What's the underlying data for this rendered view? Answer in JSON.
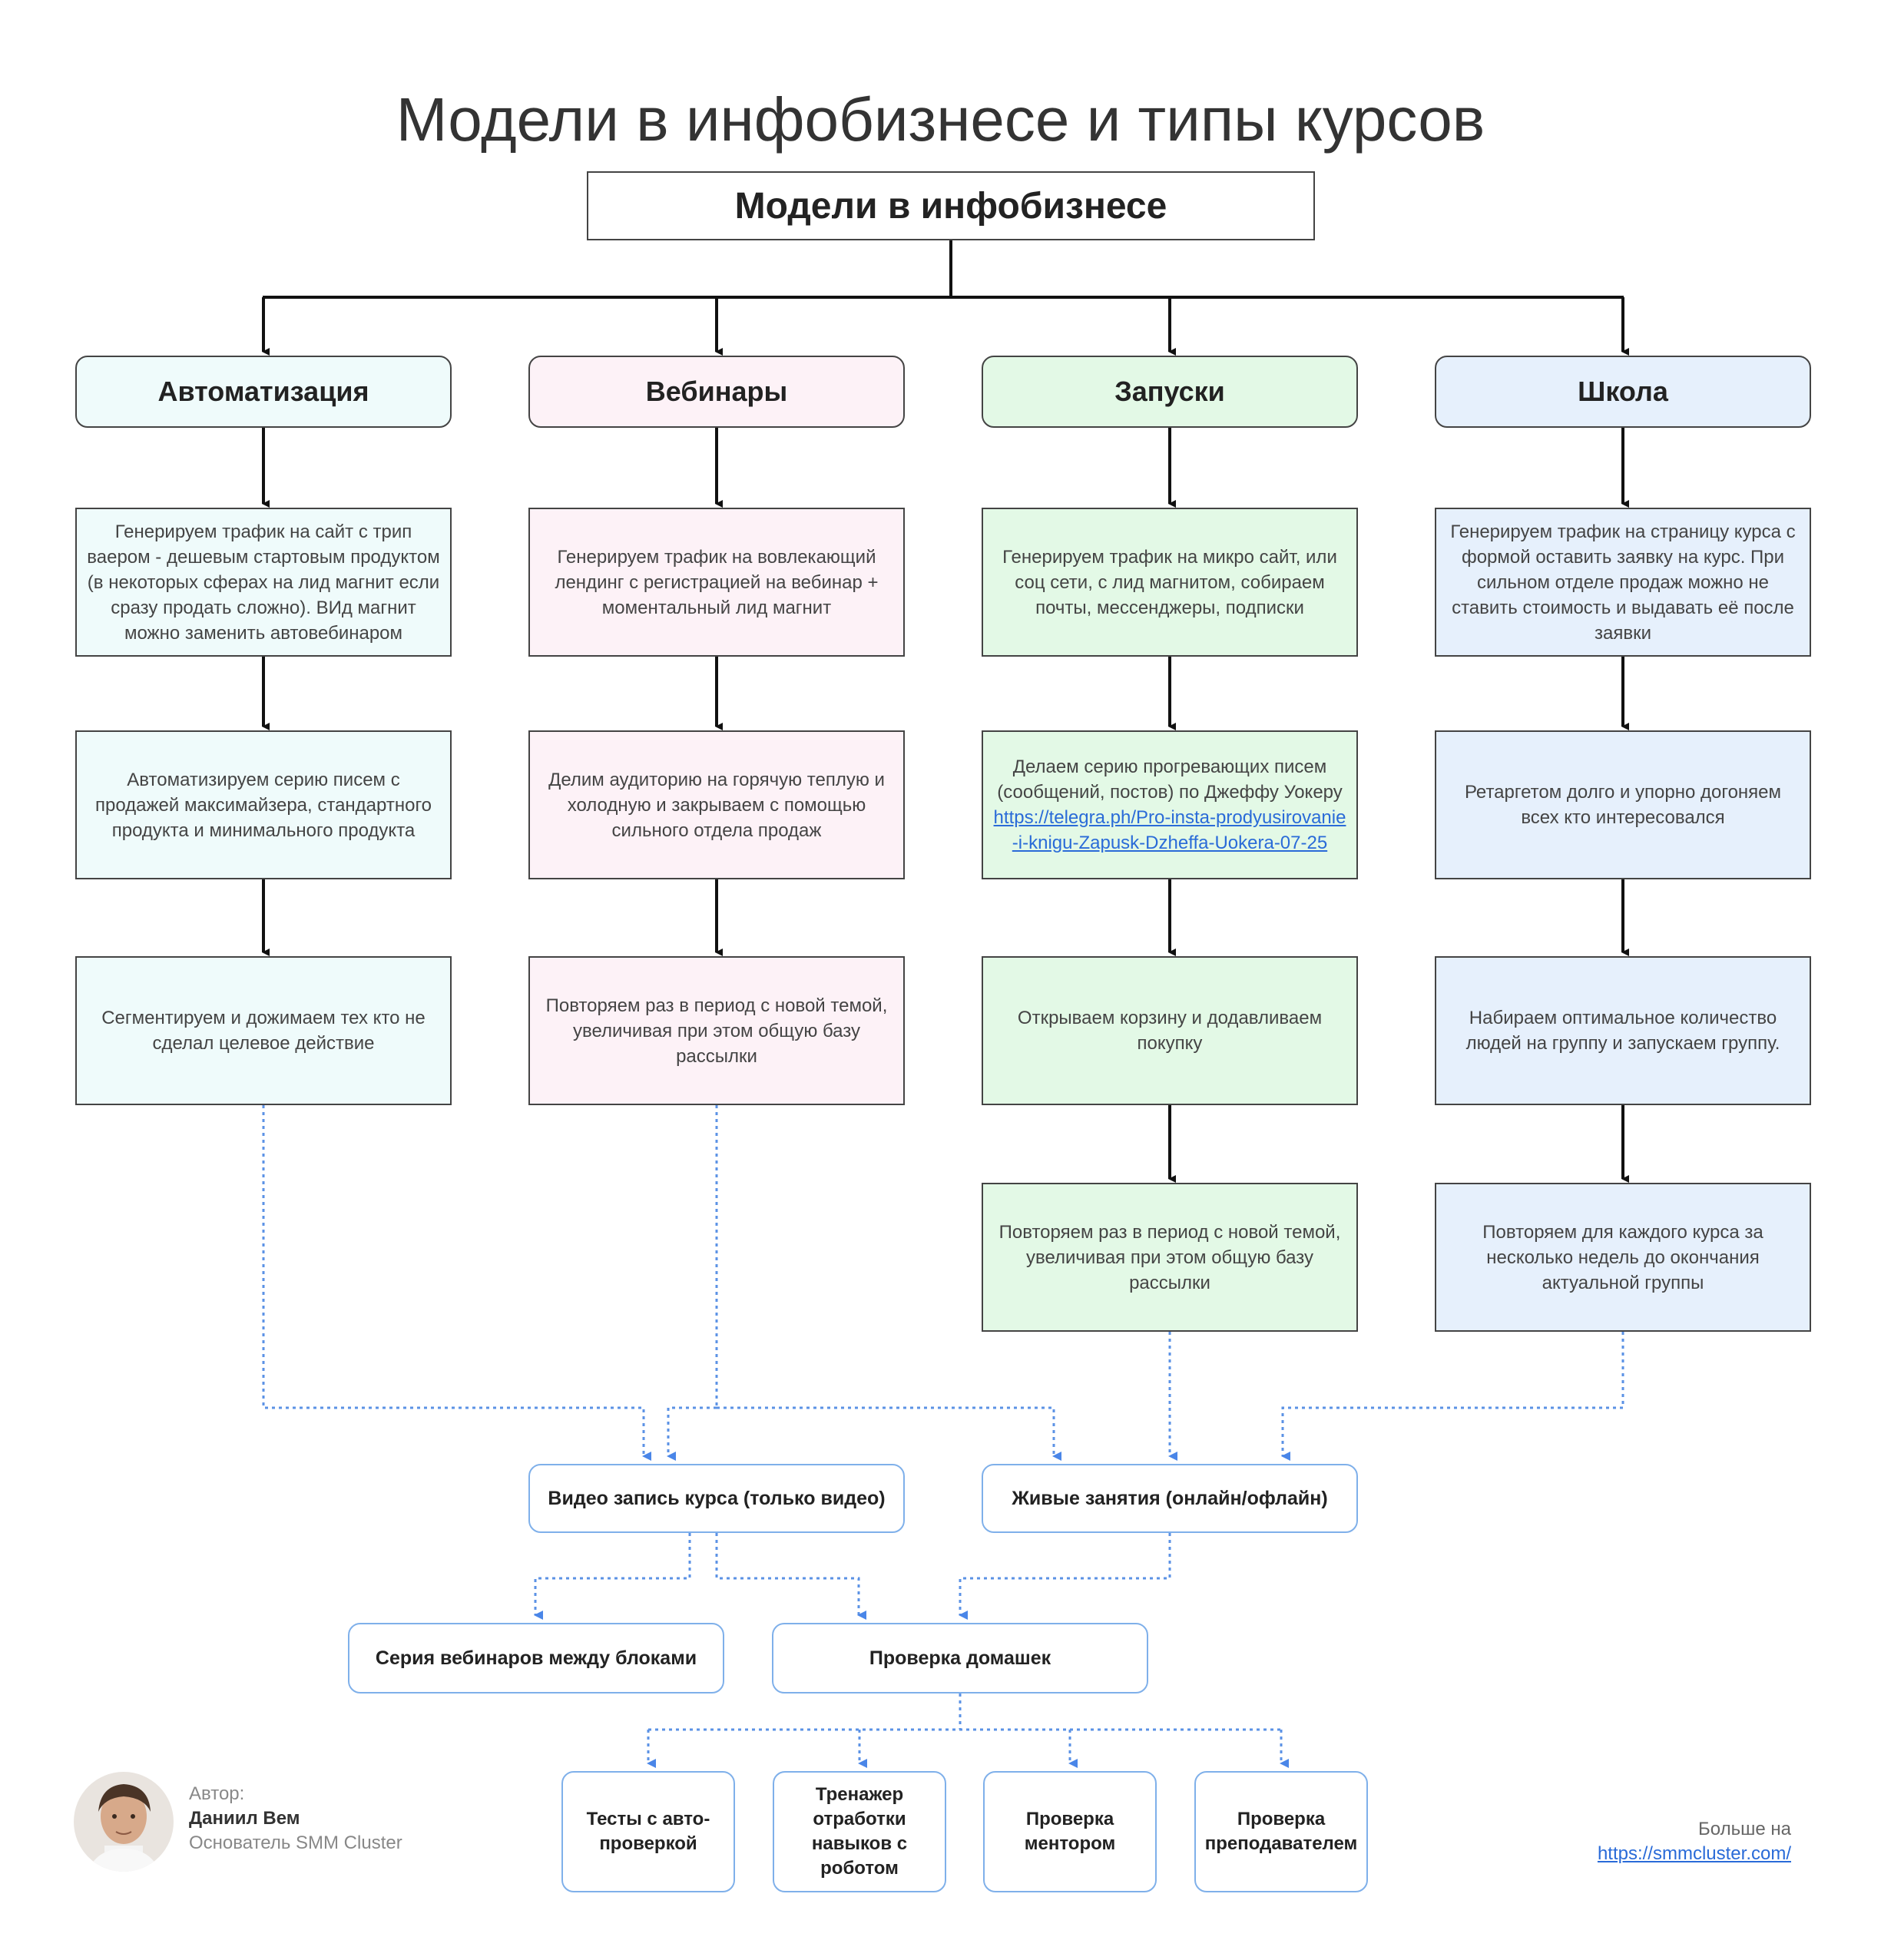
{
  "title": "Модели в инфобизнесе и типы курсов",
  "root": "Модели в инфобизнесе",
  "columns": [
    {
      "header": "Автоматизация",
      "steps": [
        "Генерируем трафик на сайт с трип ваером - дешевым стартовым продуктом (в некоторых сферах на лид магнит если сразу продать сложно). ВИд магнит можно заменить автовебинаром",
        "Автоматизируем серию писем с продажей максимайзера, стандартного продукта и минимального продукта",
        "Сегментируем и дожимаем тех кто не сделал целевое действие"
      ]
    },
    {
      "header": "Вебинары",
      "steps": [
        "Генерируем трафик на вовлекающий лендинг с регистрацией на вебинар + моментальный лид магнит",
        "Делим аудиторию на горячую теплую и холодную и закрываем с помощью сильного отдела продаж",
        "Повторяем раз в период с новой темой, увеличивая при этом общую базу рассылки"
      ]
    },
    {
      "header": "Запуски",
      "steps": [
        "Генерируем трафик на микро сайт, или соц сети, с лид магнитом, собираем почты, мессенджеры, подписки",
        "Делаем серию прогревающих писем (сообщений, постов) по Джеффу Уокеру",
        "Открываем корзину и додавливаем покупку",
        "Повторяем раз в период с новой темой, увеличивая при этом общую базу рассылки"
      ],
      "link": "https://telegra.ph/Pro-insta-prodyusirovanie-i-knigu-Zapusk-Dzheffa-Uokera-07-25"
    },
    {
      "header": "Школа",
      "steps": [
        "Генерируем трафик на страницу курса с формой оставить заявку на курс. При сильном отделе продаж можно не ставить стоимость и выдавать её после заявки",
        "Ретаргетом долго и упорно догоняем всех кто интересовался",
        "Набираем оптимальное количество людей на группу и запускаем группу.",
        "Повторяем для каждого курса за несколько недель до окончания актуальной группы"
      ]
    }
  ],
  "courses": {
    "video": "Видео запись курса (только видео)",
    "live": "Живые занятия (онлайн/офлайн)",
    "webinars": "Серия вебинаров между блоками",
    "homework": "Проверка домашек"
  },
  "checks": [
    "Тесты с авто-проверкой",
    "Тренажер отработки навыков с роботом",
    "Проверка ментором",
    "Проверка преподавателем"
  ],
  "author": {
    "caption": "Автор:",
    "name": "Даниил Вем",
    "role": "Основатель SMM Cluster"
  },
  "more": {
    "caption": "Больше на",
    "link": "https://smmcluster.com/"
  },
  "colors": {
    "automation": "#effbfb",
    "webinars": "#fdf2f7",
    "launches": "#e3f9e6",
    "school": "#e6f0fc",
    "connector_solid": "#111111",
    "connector_dotted": "#5b92e5"
  }
}
